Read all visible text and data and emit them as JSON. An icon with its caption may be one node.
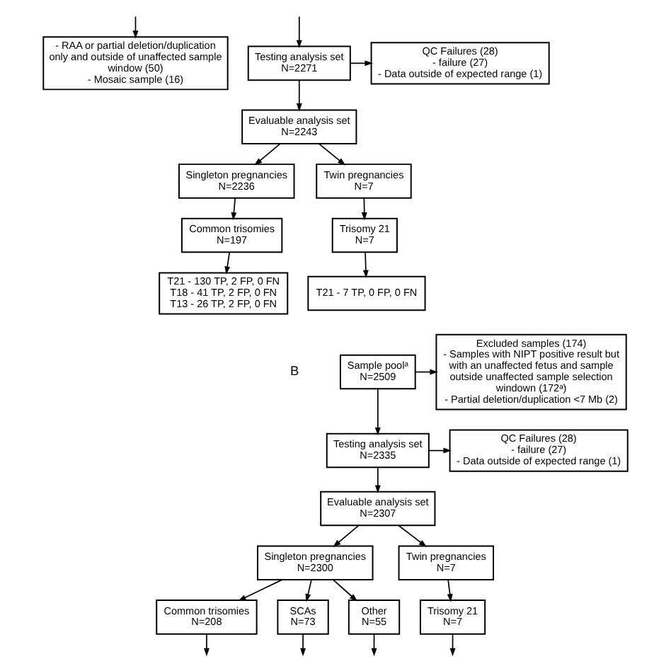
{
  "diagram": {
    "nodes": [
      {
        "text": [
          "- RAA or partial deletion/duplication only and outside of unaffected sample window (50)",
          "- Mosaic sample (16)"
        ]
      },
      {
        "text": [
          "Testing analysis set",
          "N=2271"
        ]
      },
      {
        "text": [
          "QC Failures (28)",
          "- failure (27)",
          "- Data outside of expected range (1)"
        ]
      },
      {
        "text": [
          "Evaluable analysis set",
          "N=2243"
        ]
      },
      {
        "text": [
          "Singleton pregnancies",
          "N=2236"
        ]
      },
      {
        "text": [
          "Twin pregnancies",
          "N=7"
        ]
      },
      {
        "text": [
          "Common trisomies",
          "N=197"
        ]
      },
      {
        "text": [
          "Trisomy 21",
          "N=7"
        ]
      },
      {
        "text": [
          "T21 - 130 TP, 2 FP, 0 FN",
          "T18 - 41 TP, 2 FP, 0 FN",
          "T13 - 26 TP, 2 FP, 0 FN"
        ]
      },
      {
        "text": [
          "T21 - 7 TP, 0 FP, 0 FN"
        ]
      },
      {
        "text": [
          "Sample poolᵃ",
          "N=2509"
        ]
      },
      {
        "text": [
          "Excluded samples (174)",
          "- Samples with NIPT positive result but with an unaffected fetus and sample outside unaffected sample selection windown (172ᵃ)",
          "- Partial deletion/duplication <7 Mb (2)"
        ]
      },
      {
        "text": [
          "Testing analysis set",
          "N=2335"
        ]
      },
      {
        "text": [
          "QC Failures (28)",
          "- failure (27)",
          "- Data outside of expected range (1)"
        ]
      },
      {
        "text": [
          "Evaluable analysis set",
          "N=2307"
        ]
      },
      {
        "text": [
          "Singleton pregnancies",
          "N=2300"
        ]
      },
      {
        "text": [
          "Twin pregnancies",
          "N=7"
        ]
      },
      {
        "text": [
          "Common trisomies",
          "N=208"
        ]
      },
      {
        "text": [
          "SCAs",
          "N=73"
        ]
      },
      {
        "text": [
          "Other",
          "N=55"
        ]
      },
      {
        "text": [
          "Trisomy 21",
          "N=7"
        ]
      }
    ],
    "edges": [
      {
        "from": null,
        "to": 1,
        "arrow": "to"
      },
      {
        "from": null,
        "to": 0,
        "arrow": "to"
      },
      {
        "from": 1,
        "to": 3,
        "arrow": "to"
      },
      {
        "from": 1,
        "to": 2,
        "arrow": "to"
      },
      {
        "from": 3,
        "to": 4,
        "arrow": "to"
      },
      {
        "from": 3,
        "to": 5,
        "arrow": "to"
      },
      {
        "from": 4,
        "to": 6,
        "arrow": "to"
      },
      {
        "from": 5,
        "to": 7,
        "arrow": "to"
      },
      {
        "from": 6,
        "to": 8,
        "arrow": "to"
      },
      {
        "from": 7,
        "to": 9,
        "arrow": "to"
      },
      {
        "from": 10,
        "to": 12,
        "arrow": "to"
      },
      {
        "from": 10,
        "to": 11,
        "arrow": "to"
      },
      {
        "from": 12,
        "to": 14,
        "arrow": "to"
      },
      {
        "from": 12,
        "to": 13,
        "arrow": "to"
      },
      {
        "from": 14,
        "to": 15,
        "arrow": "to"
      },
      {
        "from": 14,
        "to": 16,
        "arrow": "to"
      },
      {
        "from": 15,
        "to": 17,
        "arrow": "to"
      },
      {
        "from": 15,
        "to": 18,
        "arrow": "to"
      },
      {
        "from": 15,
        "to": 19,
        "arrow": "to"
      },
      {
        "from": 16,
        "to": 20,
        "arrow": "to"
      },
      {
        "from": 17,
        "to": null,
        "arrow": "to"
      },
      {
        "from": 18,
        "to": null,
        "arrow": "to"
      },
      {
        "from": 19,
        "to": null,
        "arrow": "to"
      },
      {
        "from": 20,
        "to": null,
        "arrow": "to"
      }
    ],
    "labels": [
      "B"
    ]
  }
}
